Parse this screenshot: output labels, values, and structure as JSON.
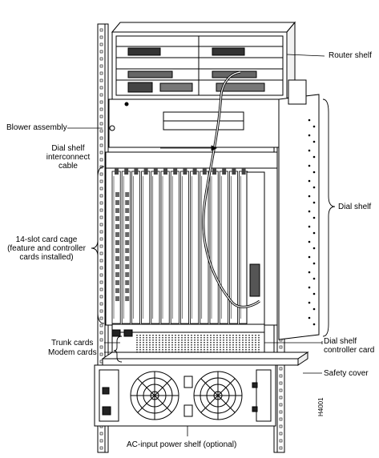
{
  "diagram": {
    "labels": {
      "router_shelf": "Router shelf",
      "blower_assembly": "Blower assembly",
      "interconnect_line1": "Dial shelf",
      "interconnect_line2": "interconnect",
      "interconnect_line3": "cable",
      "dial_shelf": "Dial shelf",
      "cage_line1": "14-slot card cage",
      "cage_line2": "(feature and controller",
      "cage_line3": "cards installed)",
      "trunk_cards": "Trunk cards",
      "modem_cards": "Modem cards",
      "controller_line1": "Dial shelf",
      "controller_line2": "controller card",
      "safety_cover": "Safety cover",
      "power_shelf": "AC-input power shelf (optional)",
      "figure_id": "H4001"
    },
    "colors": {
      "line": "#000000",
      "fill": "#ffffff",
      "shade": "#d9d9d9",
      "dark": "#333333"
    }
  }
}
